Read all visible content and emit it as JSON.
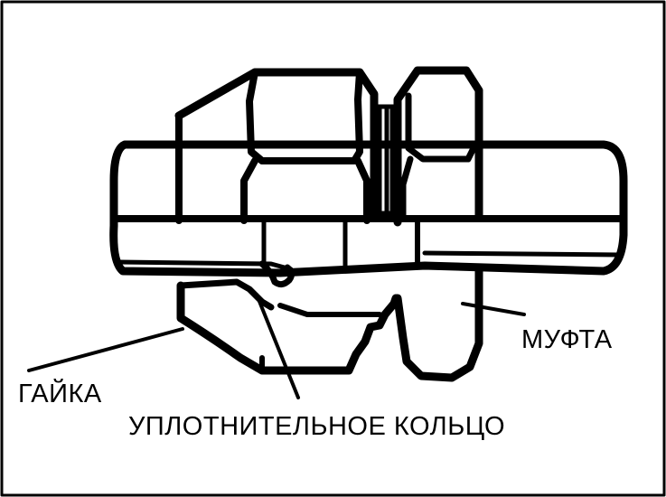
{
  "labels": {
    "nut": "ГАЙКА",
    "coupling": "МУФТА",
    "o_ring": "УПЛОТНИТЕЛЬНОЕ КОЛЬЦО"
  },
  "colors": {
    "ink": "#000000",
    "paper": "#ffffff"
  }
}
